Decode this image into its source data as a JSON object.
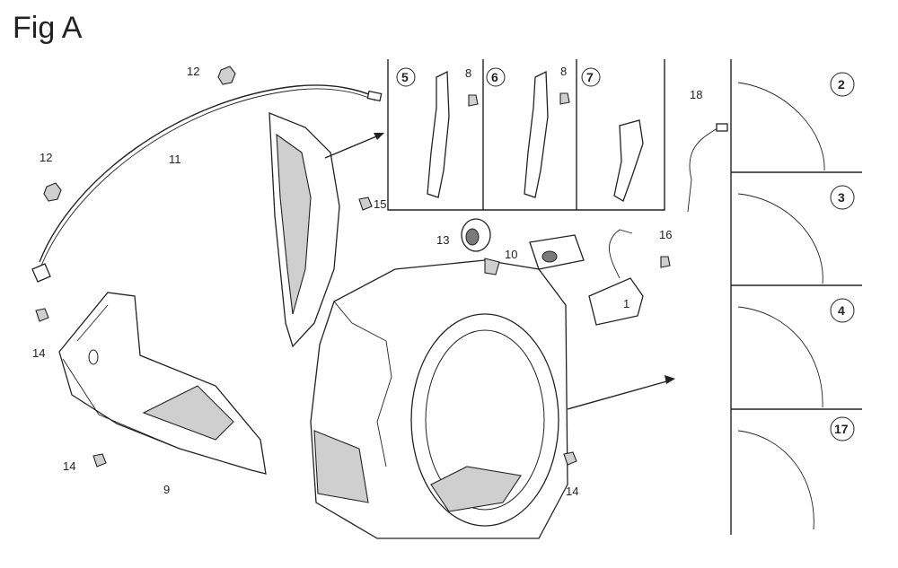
{
  "figure": {
    "title": "Fig A"
  },
  "callouts": {
    "c1": "1",
    "c8a": "8",
    "c8b": "8",
    "c9": "9",
    "c10": "10",
    "c11": "11",
    "c12a": "12",
    "c12b": "12",
    "c13": "13",
    "c14a": "14",
    "c14b": "14",
    "c14c": "14",
    "c15": "15",
    "c16": "16",
    "c18": "18"
  },
  "inset_variants": {
    "v5": "5",
    "v6": "6",
    "v7": "7"
  },
  "detail_variants": {
    "d2": "2",
    "d3": "3",
    "d4": "4",
    "d17": "17"
  }
}
